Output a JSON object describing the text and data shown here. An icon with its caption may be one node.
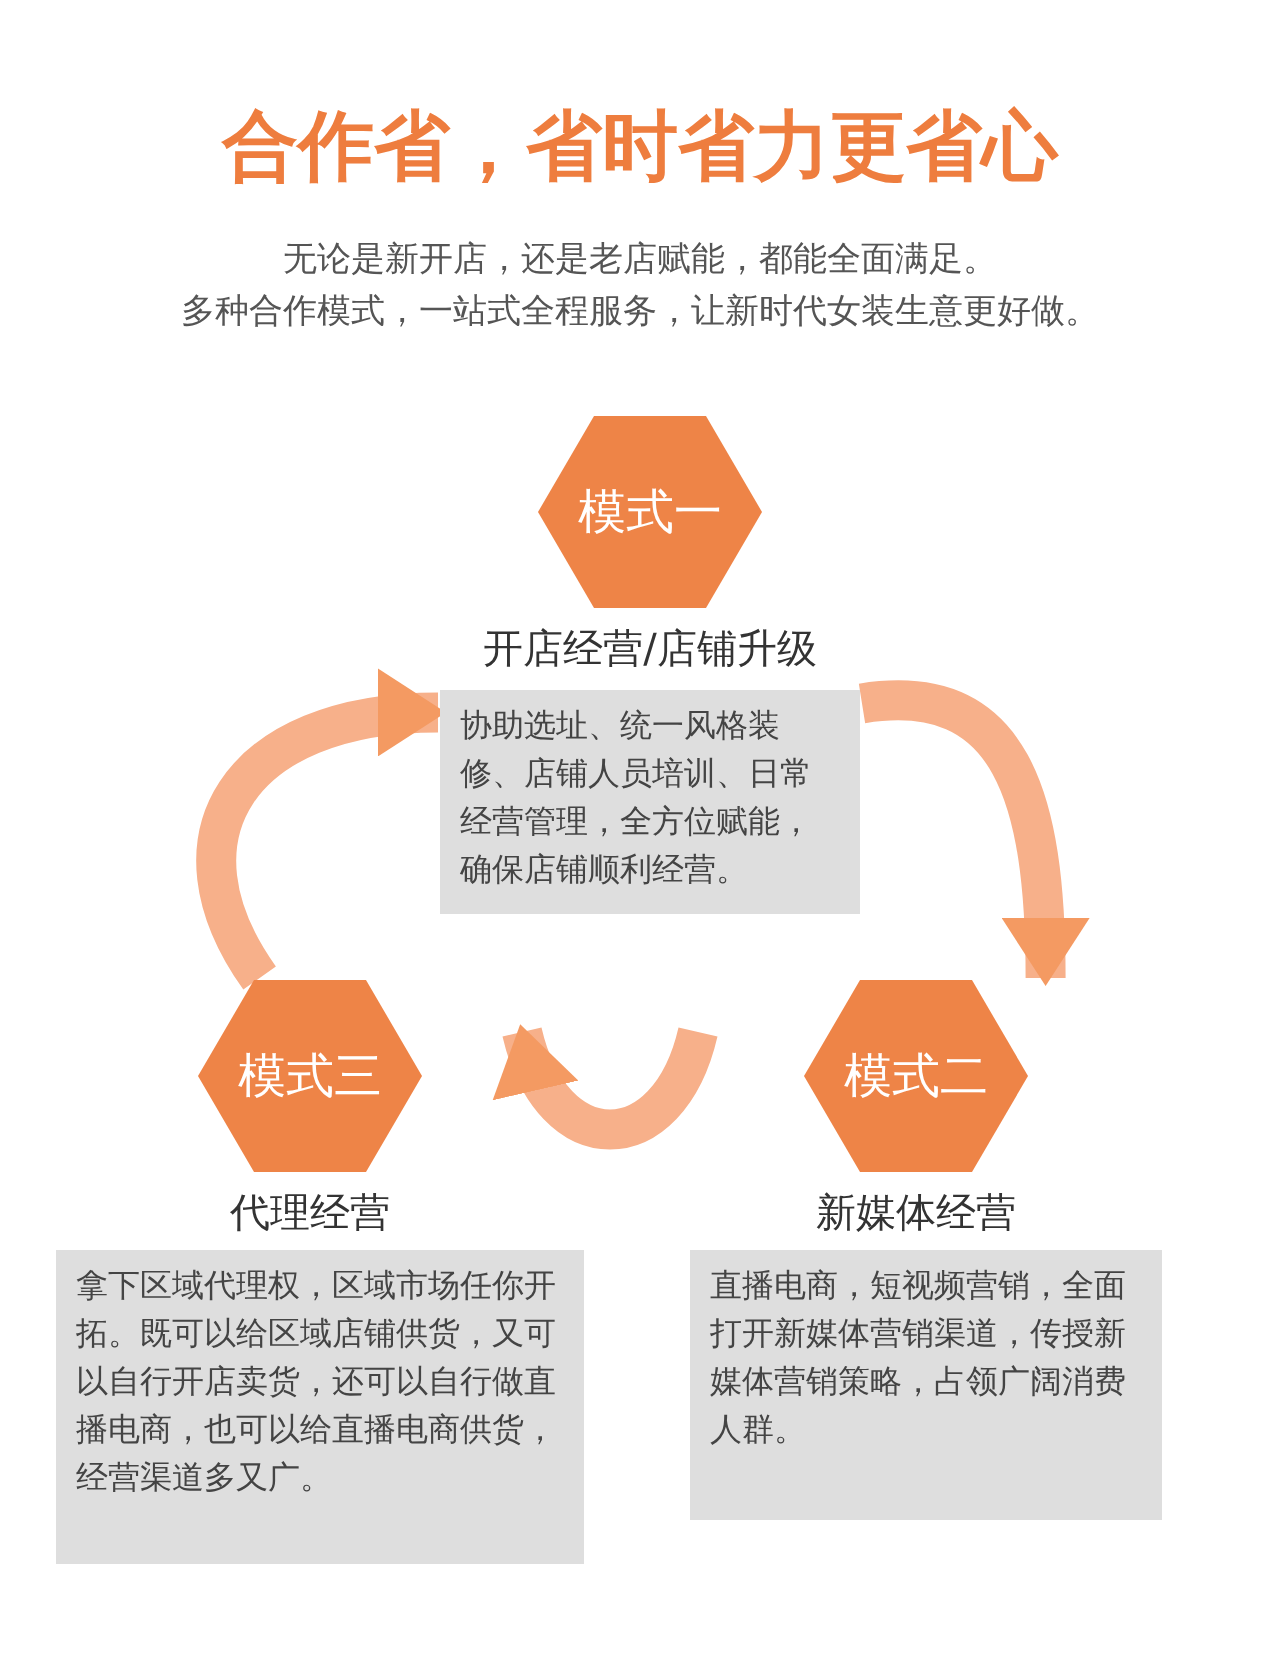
{
  "diagram": {
    "title": "合作省，省时省力更省心",
    "labels": [
      "无论是新开店，还是老店赋能，都能全面满足。",
      "多种合作模式，一站式全程服务，让新时代女装生意更好做。"
    ],
    "nodes": [
      {
        "text": [
          "模式一",
          "开店经营/店铺升级"
        ]
      },
      {
        "text": [
          "协助选址、统一风格装修、店铺人员培训、日常经营管理，全方位赋能，确保店铺顺利经营。"
        ]
      },
      {
        "text": [
          "模式二",
          "新媒体经营"
        ]
      },
      {
        "text": [
          "直播电商，短视频营销，全面打开新媒体营销渠道，传授新媒体营销策略，占领广阔消费人群。"
        ]
      },
      {
        "text": [
          "模式三",
          "代理经营"
        ]
      },
      {
        "text": [
          "拿下区域代理权，区域市场任你开拓。既可以给区域店铺供货，又可以自行开店卖货，还可以自行做直播电商，也可以给直播电商供货，经营渠道多又广。"
        ]
      }
    ],
    "edges": [
      {
        "from": 1,
        "to": 2,
        "arrow": "to"
      },
      {
        "from": 2,
        "to": 4,
        "arrow": "to"
      },
      {
        "from": 4,
        "to": 1,
        "arrow": "to"
      }
    ]
  }
}
